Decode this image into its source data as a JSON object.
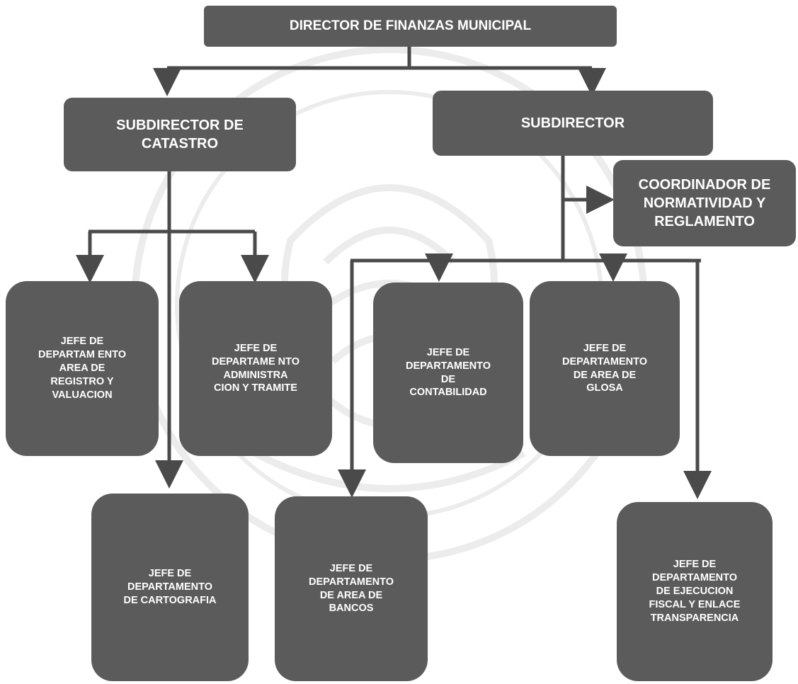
{
  "nodes": {
    "director": "DIRECTOR DE FINANZAS MUNICIPAL",
    "subdirector_catastro": "SUBDIRECTOR DE\nCATASTRO",
    "subdirector": "SUBDIRECTOR",
    "coordinador": "COORDINADOR DE\nNORMATIVIDAD Y\nREGLAMENTO",
    "jefe_registro": "JEFE DE\nDEPARTAM ENTO\nAREA DE\nREGISTRO Y\nVALUACION",
    "jefe_administracion": "JEFE DE\nDEPARTAME NTO\nADMINISTRA\nCION Y TRAMITE",
    "jefe_contabilidad": "JEFE DE\nDEPARTAMENTO\nDE\nCONTABILIDAD",
    "jefe_glosa": "JEFE DE\nDEPARTAMENTO\nDE AREA DE\nGLOSA",
    "jefe_cartografia": "JEFE DE\nDEPARTAMENTO\nDE CARTOGRAFIA",
    "jefe_bancos": "JEFE DE\nDEPARTAMENTO\nDE AREA DE\nBANCOS",
    "jefe_ejecucion": "JEFE DE\nDEPARTAMENTO\nDE EJECUCION\nFISCAL Y ENLACE\nTRANSPARENCIA"
  },
  "colors": {
    "box": "#5b5b5b",
    "text": "#ffffff",
    "line": "#4a4a4a"
  }
}
